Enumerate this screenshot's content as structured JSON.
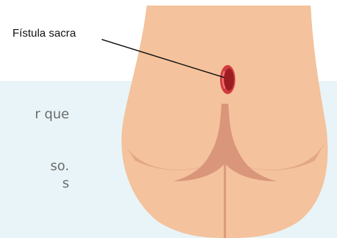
{
  "callout": {
    "label": "Fístula sacra"
  },
  "text_fragments": [
    "r que",
    "so.",
    "s"
  ],
  "colors": {
    "panel_bg": "#e8f4f7",
    "skin": "#f4c29c",
    "skin_shadow": "#d9967a",
    "fistula": "#9b1c22",
    "fistula_outer": "#d23a3f",
    "text_fragments": "#6b6b6b"
  }
}
